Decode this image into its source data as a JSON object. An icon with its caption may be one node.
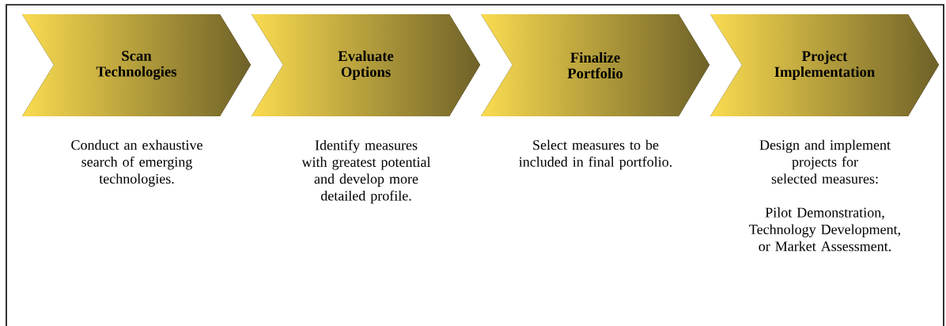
{
  "diagram": {
    "nodes": [
      {
        "text": [
          "Scan Technologies"
        ],
        "beside": [
          "Conduct an exhaustive search of emerging technologies."
        ]
      },
      {
        "text": [
          "Evaluate Options"
        ],
        "beside": [
          "Identify measures with greatest potential and develop more detailed profile."
        ]
      },
      {
        "text": [
          "Finalize Portfolio"
        ],
        "beside": [
          "Select measures to be included in final portfolio."
        ]
      },
      {
        "text": [
          "Project Implementation"
        ],
        "beside": [
          "Design and implement projects for selected measures:",
          "Pilot Demonstration, Technology Development, or Market Assessment."
        ]
      }
    ]
  }
}
